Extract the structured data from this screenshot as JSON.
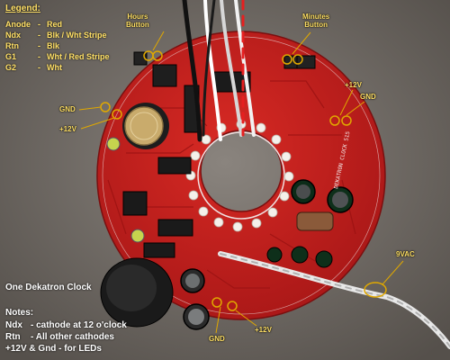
{
  "legend": {
    "title": "Legend:",
    "rows": [
      {
        "key": "Anode",
        "sep": "-",
        "value": "Red"
      },
      {
        "key": "Ndx",
        "sep": "-",
        "value": "Blk / Wht Stripe"
      },
      {
        "key": "Rtn",
        "sep": "-",
        "value": "Blk"
      },
      {
        "key": "G1",
        "sep": "-",
        "value": "Wht / Red Stripe"
      },
      {
        "key": "G2",
        "sep": "-",
        "value": "Wht"
      }
    ]
  },
  "callouts": {
    "hours_button": [
      "Hours",
      "Button"
    ],
    "minutes_button": [
      "Minutes",
      "Button"
    ],
    "plus12v_right": "+12V",
    "gnd_right": "GND",
    "gnd_left": "GND",
    "plus12v_left": "+12V",
    "vac": "9VAC",
    "gnd_bottom": "GND",
    "plus12v_bottom": "+12V"
  },
  "caption": "One Dekatron Clock",
  "notes": {
    "title": "Notes:",
    "rows": [
      {
        "key": "Ndx",
        "text": "- cathode at 12  o'clock"
      },
      {
        "key": "Rtn",
        "text": "- All other cathodes"
      },
      {
        "key": "",
        "text": "+12V & Gnd - for LEDs"
      }
    ]
  },
  "board_silkscreen": "DEKATRON CLOCK S15",
  "colors": {
    "background": "#6e6863",
    "pcb": "#c51f1f",
    "pcb_dark": "#8e1414",
    "annotation": "#ffe066",
    "callout_ring": "#e0a800",
    "note_text": "#ffffff"
  }
}
